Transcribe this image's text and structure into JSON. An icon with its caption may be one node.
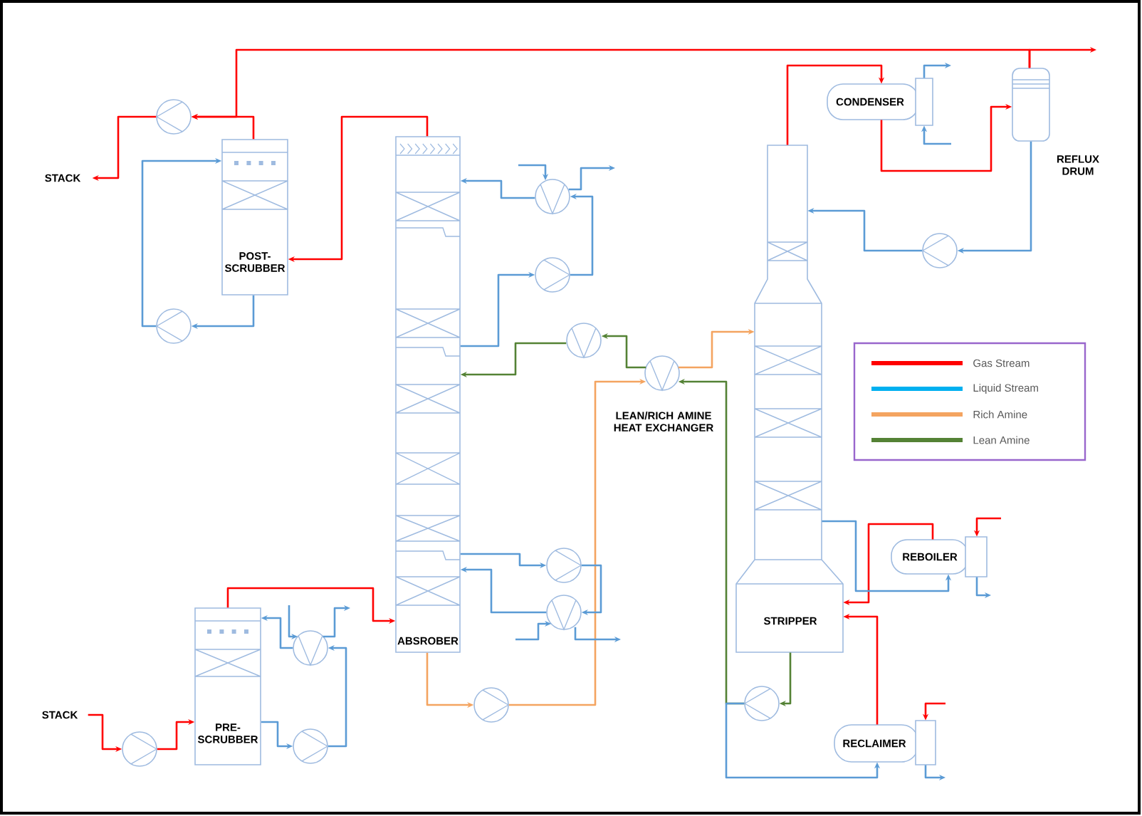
{
  "diagram": {
    "nodes": [
      {
        "text": [
          "STACK"
        ]
      },
      {
        "text": [
          "POST-SCRUBBER"
        ]
      },
      {
        "text": [
          "ABSROBER"
        ]
      },
      {
        "text": [
          "CONDENSER"
        ]
      },
      {
        "text": [
          "REFLUX DRUM"
        ]
      },
      {
        "text": [
          "STRIPPER"
        ]
      },
      {
        "text": [
          "LEAN/RICH AMINE HEAT EXCHANGER"
        ]
      },
      {
        "text": [
          "REBOILER"
        ]
      },
      {
        "text": [
          "RECLAIMER"
        ]
      },
      {
        "text": [
          "STACK"
        ]
      },
      {
        "text": [
          "PRE-SCRUBBER"
        ]
      },
      {
        "text": [],
        "shape": "circle"
      },
      {
        "text": [],
        "shape": "circle"
      },
      {
        "text": [],
        "shape": "circle"
      },
      {
        "text": [],
        "shape": "circle"
      },
      {
        "text": [],
        "shape": "circle"
      },
      {
        "text": [],
        "shape": "circle"
      },
      {
        "text": [],
        "shape": "circle"
      },
      {
        "text": [],
        "shape": "circle"
      },
      {
        "text": [],
        "shape": "circle"
      },
      {
        "text": [],
        "shape": "circle"
      },
      {
        "text": [],
        "shape": "circle"
      },
      {
        "text": [],
        "shape": "circle"
      },
      {
        "text": [],
        "shape": "circle"
      }
    ],
    "edges": [
      {
        "from": 11,
        "to": 0,
        "arrow": "to",
        "color": "#ff0000"
      },
      {
        "from": 1,
        "to": 11,
        "arrow": "to",
        "color": "#ff0000"
      },
      {
        "from": 2,
        "to": 1,
        "arrow": "to",
        "color": "#ff0000"
      },
      {
        "from": 4,
        "to": 11,
        "arrow": "to",
        "color": "#ff0000"
      },
      {
        "from": 4,
        "to": null,
        "arrow": "to",
        "color": "#ff0000"
      },
      {
        "from": 10,
        "to": 2,
        "arrow": "to",
        "color": "#ff0000"
      },
      {
        "from": 9,
        "to": 21,
        "arrow": "to",
        "color": "#ff0000"
      },
      {
        "from": 21,
        "to": 10,
        "arrow": "to",
        "color": "#ff0000"
      },
      {
        "from": 5,
        "to": 3,
        "arrow": "to",
        "color": "#ff0000"
      },
      {
        "from": 3,
        "to": 4,
        "arrow": "to",
        "color": "#ff0000"
      },
      {
        "from": 7,
        "to": 5,
        "arrow": "to",
        "color": "#ff0000"
      },
      {
        "from": 8,
        "to": 5,
        "arrow": "to",
        "color": "#ff0000"
      },
      {
        "from": null,
        "to": 7,
        "arrow": "to",
        "color": "#ff0000"
      },
      {
        "from": null,
        "to": 8,
        "arrow": "to",
        "color": "#ff0000"
      },
      {
        "from": 7,
        "to": null,
        "arrow": "to",
        "color": "#5b9bd5"
      },
      {
        "from": 8,
        "to": null,
        "arrow": "to",
        "color": "#5b9bd5"
      },
      {
        "from": null,
        "to": 3,
        "arrow": "to",
        "color": "#5b9bd5"
      },
      {
        "from": 3,
        "to": null,
        "arrow": "to",
        "color": "#5b9bd5"
      },
      {
        "from": 1,
        "to": 12,
        "arrow": "to",
        "color": "#5b9bd5"
      },
      {
        "from": 12,
        "to": 1,
        "arrow": "to",
        "color": "#5b9bd5"
      },
      {
        "from": null,
        "to": 13,
        "arrow": "to",
        "color": "#5b9bd5"
      },
      {
        "from": 13,
        "to": null,
        "arrow": "to",
        "color": "#5b9bd5"
      },
      {
        "from": 13,
        "to": 2,
        "arrow": "to",
        "color": "#5b9bd5"
      },
      {
        "from": 2,
        "to": 14,
        "arrow": "to",
        "color": "#5b9bd5"
      },
      {
        "from": 14,
        "to": 13,
        "arrow": "to",
        "color": "#5b9bd5"
      },
      {
        "from": 6,
        "to": 15,
        "arrow": "to",
        "color": "#548235"
      },
      {
        "from": 15,
        "to": 2,
        "arrow": "to",
        "color": "#548235"
      },
      {
        "from": 23,
        "to": 6,
        "arrow": "to",
        "color": "#548235"
      },
      {
        "from": 5,
        "to": 23,
        "arrow": "to",
        "color": "#548235"
      },
      {
        "from": 2,
        "to": 22,
        "arrow": "to",
        "color": "#f4a460"
      },
      {
        "from": 22,
        "to": 6,
        "arrow": "to",
        "color": "#f4a460"
      },
      {
        "from": 6,
        "to": 5,
        "arrow": "to",
        "color": "#f4a460"
      },
      {
        "from": 2,
        "to": 17,
        "arrow": "to",
        "color": "#5b9bd5"
      },
      {
        "from": 17,
        "to": 18,
        "arrow": "to",
        "color": "#5b9bd5"
      },
      {
        "from": 18,
        "to": 2,
        "arrow": "to",
        "color": "#5b9bd5"
      },
      {
        "from": null,
        "to": 18,
        "arrow": "to",
        "color": "#5b9bd5"
      },
      {
        "from": 18,
        "to": null,
        "arrow": "to",
        "color": "#5b9bd5"
      },
      {
        "from": 4,
        "to": 16,
        "arrow": "to",
        "color": "#5b9bd5"
      },
      {
        "from": 16,
        "to": 5,
        "arrow": "to",
        "color": "#5b9bd5"
      },
      {
        "from": 5,
        "to": 7,
        "arrow": "to",
        "color": "#5b9bd5"
      },
      {
        "from": 23,
        "to": 8,
        "arrow": "to",
        "color": "#5b9bd5"
      },
      {
        "from": 10,
        "to": 20,
        "arrow": "to",
        "color": "#5b9bd5"
      },
      {
        "from": 20,
        "to": 19,
        "arrow": "to",
        "color": "#5b9bd5"
      },
      {
        "from": 19,
        "to": 10,
        "arrow": "to",
        "color": "#5b9bd5"
      },
      {
        "from": null,
        "to": 19,
        "arrow": "to",
        "color": "#5b9bd5"
      },
      {
        "from": 19,
        "to": null,
        "arrow": "to",
        "color": "#5b9bd5"
      }
    ],
    "legend": [
      {
        "text": "Gas Stream",
        "color": "#ff0000"
      },
      {
        "text": "Liquid Stream",
        "color": "#00b0f0"
      },
      {
        "text": "Rich Amine",
        "color": "#f4a460"
      },
      {
        "text": "Lean Amine",
        "color": "#548235"
      }
    ]
  }
}
